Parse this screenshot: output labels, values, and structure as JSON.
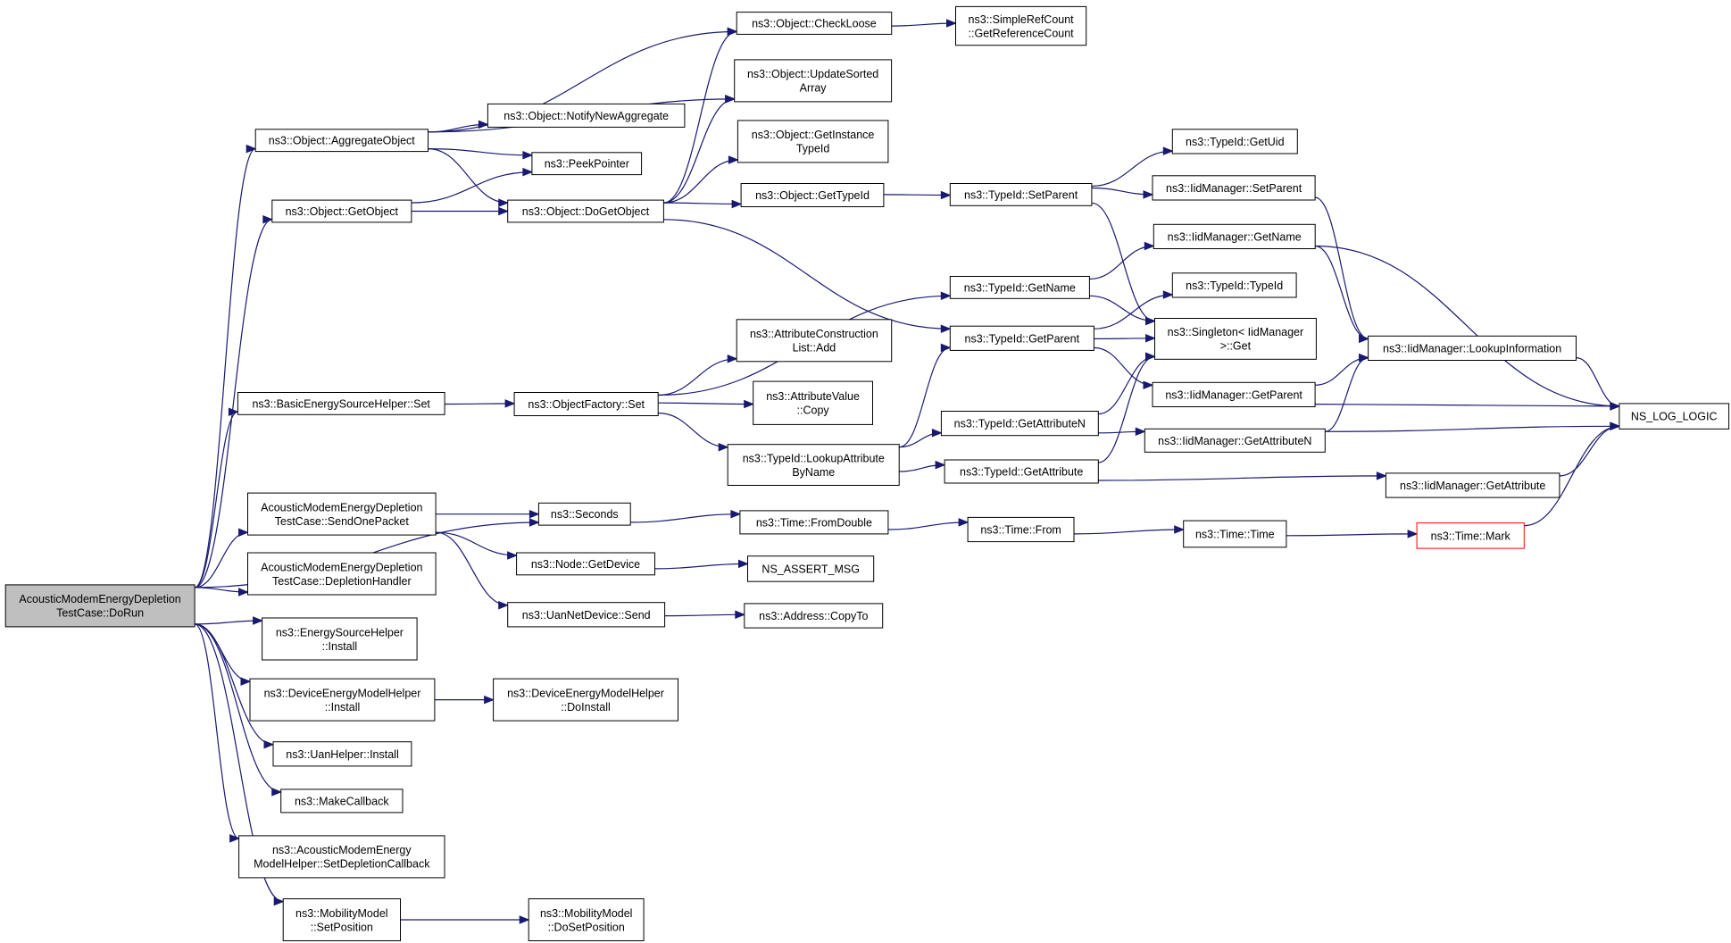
{
  "nodes": [
    {
      "id": "root",
      "lines": [
        "AcousticModemEnergyDepletion",
        "TestCase::DoRun"
      ],
      "style": "root"
    },
    {
      "id": "aggregate",
      "lines": [
        "ns3::Object::AggregateObject"
      ]
    },
    {
      "id": "getobject",
      "lines": [
        "ns3::Object::GetObject"
      ]
    },
    {
      "id": "besh_set",
      "lines": [
        "ns3::BasicEnergySourceHelper::Set"
      ]
    },
    {
      "id": "sendonepacket",
      "lines": [
        "AcousticModemEnergyDepletion",
        "TestCase::SendOnePacket"
      ]
    },
    {
      "id": "depletionhandler",
      "lines": [
        "AcousticModemEnergyDepletion",
        "TestCase::DepletionHandler"
      ]
    },
    {
      "id": "esh_install",
      "lines": [
        "ns3::EnergySourceHelper",
        "::Install"
      ]
    },
    {
      "id": "demh_install",
      "lines": [
        "ns3::DeviceEnergyModelHelper",
        "::Install"
      ]
    },
    {
      "id": "uanhelper_install",
      "lines": [
        "ns3::UanHelper::Install"
      ]
    },
    {
      "id": "makecallback",
      "lines": [
        "ns3::MakeCallback"
      ]
    },
    {
      "id": "amemh_setdep",
      "lines": [
        "ns3::AcousticModemEnergy",
        "ModelHelper::SetDepletionCallback"
      ]
    },
    {
      "id": "mm_setpos",
      "lines": [
        "ns3::MobilityModel",
        "::SetPosition"
      ]
    },
    {
      "id": "checkloose",
      "lines": [
        "ns3::Object::CheckLoose"
      ]
    },
    {
      "id": "updatesorted",
      "lines": [
        "ns3::Object::UpdateSorted",
        "Array"
      ]
    },
    {
      "id": "notifynewagg",
      "lines": [
        "ns3::Object::NotifyNewAggregate"
      ]
    },
    {
      "id": "peekpointer",
      "lines": [
        "ns3::PeekPointer"
      ]
    },
    {
      "id": "dogetobject",
      "lines": [
        "ns3::Object::DoGetObject"
      ]
    },
    {
      "id": "getinstancetypeid",
      "lines": [
        "ns3::Object::GetInstance",
        "TypeId"
      ]
    },
    {
      "id": "obj_gettypeid",
      "lines": [
        "ns3::Object::GetTypeId"
      ]
    },
    {
      "id": "of_set",
      "lines": [
        "ns3::ObjectFactory::Set"
      ]
    },
    {
      "id": "attrconstr_add",
      "lines": [
        "ns3::AttributeConstruction",
        "List::Add"
      ]
    },
    {
      "id": "attrvalue_copy",
      "lines": [
        "ns3::AttributeValue",
        "::Copy"
      ]
    },
    {
      "id": "lookupattr",
      "lines": [
        "ns3::TypeId::LookupAttribute",
        "ByName"
      ]
    },
    {
      "id": "seconds",
      "lines": [
        "ns3::Seconds"
      ]
    },
    {
      "id": "node_getdevice",
      "lines": [
        "ns3::Node::GetDevice"
      ]
    },
    {
      "id": "uannetdev_send",
      "lines": [
        "ns3::UanNetDevice::Send"
      ]
    },
    {
      "id": "demh_doinstall",
      "lines": [
        "ns3::DeviceEnergyModelHelper",
        "::DoInstall"
      ]
    },
    {
      "id": "mm_dosetpos",
      "lines": [
        "ns3::MobilityModel",
        "::DoSetPosition"
      ]
    },
    {
      "id": "getrefcount",
      "lines": [
        "ns3::SimpleRefCount",
        "::GetReferenceCount"
      ]
    },
    {
      "id": "tid_setparent",
      "lines": [
        "ns3::TypeId::SetParent"
      ]
    },
    {
      "id": "tid_getname",
      "lines": [
        "ns3::TypeId::GetName"
      ]
    },
    {
      "id": "tid_getparent",
      "lines": [
        "ns3::TypeId::GetParent"
      ]
    },
    {
      "id": "tid_getattrn",
      "lines": [
        "ns3::TypeId::GetAttributeN"
      ]
    },
    {
      "id": "tid_getattr",
      "lines": [
        "ns3::TypeId::GetAttribute"
      ]
    },
    {
      "id": "time_fromdouble",
      "lines": [
        "ns3::Time::FromDouble"
      ]
    },
    {
      "id": "ns_assert_msg",
      "lines": [
        "NS_ASSERT_MSG"
      ]
    },
    {
      "id": "addr_copyto",
      "lines": [
        "ns3::Address::CopyTo"
      ]
    },
    {
      "id": "tid_getuid",
      "lines": [
        "ns3::TypeId::GetUid"
      ]
    },
    {
      "id": "iid_setparent",
      "lines": [
        "ns3::IidManager::SetParent"
      ]
    },
    {
      "id": "iid_getname",
      "lines": [
        "ns3::IidManager::GetName"
      ]
    },
    {
      "id": "tid_typeid",
      "lines": [
        "ns3::TypeId::TypeId"
      ]
    },
    {
      "id": "singleton_get",
      "lines": [
        "ns3::Singleton< IidManager",
        " >::Get"
      ]
    },
    {
      "id": "iid_getparent",
      "lines": [
        "ns3::IidManager::GetParent"
      ]
    },
    {
      "id": "iid_getattrn",
      "lines": [
        "ns3::IidManager::GetAttributeN"
      ]
    },
    {
      "id": "iid_getattr",
      "lines": [
        "ns3::IidManager::GetAttribute"
      ]
    },
    {
      "id": "time_from",
      "lines": [
        "ns3::Time::From"
      ]
    },
    {
      "id": "time_time",
      "lines": [
        "ns3::Time::Time"
      ]
    },
    {
      "id": "time_mark",
      "lines": [
        "ns3::Time::Mark"
      ],
      "style": "truncated"
    },
    {
      "id": "iid_lookupinfo",
      "lines": [
        "ns3::IidManager::LookupInformation"
      ]
    },
    {
      "id": "ns_log_logic",
      "lines": [
        "NS_LOG_LOGIC"
      ]
    }
  ],
  "edges": [
    [
      "root",
      "aggregate"
    ],
    [
      "root",
      "getobject"
    ],
    [
      "root",
      "besh_set"
    ],
    [
      "root",
      "seconds"
    ],
    [
      "root",
      "sendonepacket"
    ],
    [
      "root",
      "depletionhandler"
    ],
    [
      "root",
      "esh_install"
    ],
    [
      "root",
      "demh_install"
    ],
    [
      "root",
      "uanhelper_install"
    ],
    [
      "root",
      "makecallback"
    ],
    [
      "root",
      "amemh_setdep"
    ],
    [
      "root",
      "mm_setpos"
    ],
    [
      "aggregate",
      "checkloose"
    ],
    [
      "aggregate",
      "updatesorted"
    ],
    [
      "aggregate",
      "notifynewagg"
    ],
    [
      "aggregate",
      "peekpointer"
    ],
    [
      "aggregate",
      "dogetobject"
    ],
    [
      "getobject",
      "peekpointer"
    ],
    [
      "getobject",
      "dogetobject"
    ],
    [
      "dogetobject",
      "checkloose"
    ],
    [
      "dogetobject",
      "updatesorted"
    ],
    [
      "dogetobject",
      "getinstancetypeid"
    ],
    [
      "dogetobject",
      "obj_gettypeid"
    ],
    [
      "dogetobject",
      "tid_getparent"
    ],
    [
      "checkloose",
      "getrefcount"
    ],
    [
      "obj_gettypeid",
      "tid_setparent"
    ],
    [
      "besh_set",
      "of_set"
    ],
    [
      "of_set",
      "tid_getname"
    ],
    [
      "of_set",
      "attrconstr_add"
    ],
    [
      "of_set",
      "attrvalue_copy"
    ],
    [
      "of_set",
      "lookupattr"
    ],
    [
      "lookupattr",
      "tid_getparent"
    ],
    [
      "lookupattr",
      "tid_getattrn"
    ],
    [
      "lookupattr",
      "tid_getattr"
    ],
    [
      "sendonepacket",
      "seconds"
    ],
    [
      "sendonepacket",
      "node_getdevice"
    ],
    [
      "sendonepacket",
      "uannetdev_send"
    ],
    [
      "seconds",
      "time_fromdouble"
    ],
    [
      "time_fromdouble",
      "time_from"
    ],
    [
      "time_from",
      "time_time"
    ],
    [
      "time_time",
      "time_mark"
    ],
    [
      "node_getdevice",
      "ns_assert_msg"
    ],
    [
      "uannetdev_send",
      "addr_copyto"
    ],
    [
      "demh_install",
      "demh_doinstall"
    ],
    [
      "mm_setpos",
      "mm_dosetpos"
    ],
    [
      "tid_setparent",
      "tid_getuid"
    ],
    [
      "tid_setparent",
      "iid_setparent"
    ],
    [
      "tid_setparent",
      "singleton_get"
    ],
    [
      "tid_getname",
      "iid_getname"
    ],
    [
      "tid_getname",
      "singleton_get"
    ],
    [
      "tid_getparent",
      "tid_typeid"
    ],
    [
      "tid_getparent",
      "singleton_get"
    ],
    [
      "tid_getparent",
      "iid_getparent"
    ],
    [
      "tid_getattrn",
      "singleton_get"
    ],
    [
      "tid_getattrn",
      "iid_getattrn"
    ],
    [
      "tid_getattr",
      "singleton_get"
    ],
    [
      "tid_getattr",
      "iid_getattr"
    ],
    [
      "iid_setparent",
      "iid_lookupinfo"
    ],
    [
      "iid_getname",
      "iid_lookupinfo"
    ],
    [
      "iid_getname",
      "ns_log_logic"
    ],
    [
      "iid_getparent",
      "iid_lookupinfo"
    ],
    [
      "iid_getparent",
      "ns_log_logic"
    ],
    [
      "iid_getattrn",
      "iid_lookupinfo"
    ],
    [
      "iid_getattrn",
      "ns_log_logic"
    ],
    [
      "iid_getattr",
      "ns_log_logic"
    ],
    [
      "iid_lookupinfo",
      "ns_log_logic"
    ],
    [
      "time_mark",
      "ns_log_logic"
    ]
  ]
}
